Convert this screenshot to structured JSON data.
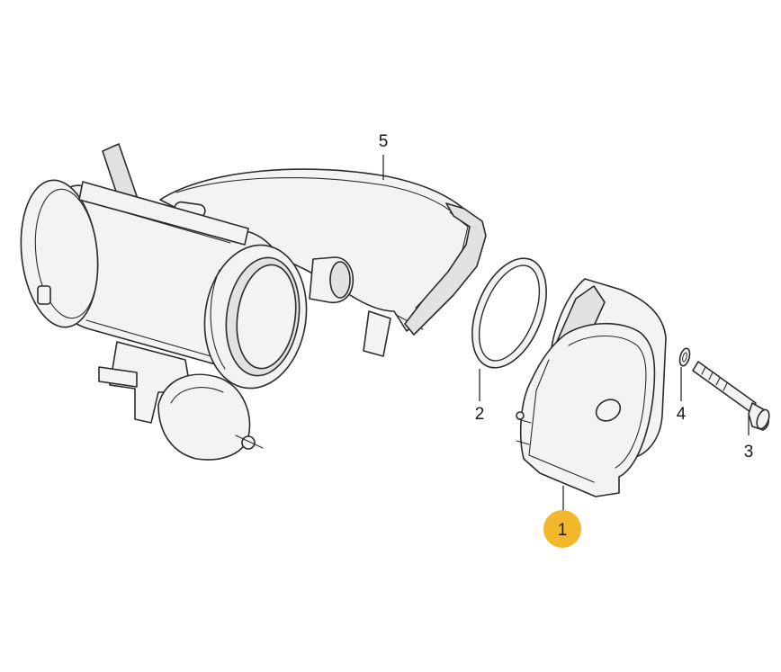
{
  "callouts": [
    {
      "id": "1",
      "label": "1",
      "highlighted": true
    },
    {
      "id": "2",
      "label": "2",
      "highlighted": false
    },
    {
      "id": "3",
      "label": "3",
      "highlighted": false
    },
    {
      "id": "4",
      "label": "4",
      "highlighted": false
    },
    {
      "id": "5",
      "label": "5",
      "highlighted": false
    }
  ],
  "colors": {
    "highlight": "#f0b82a",
    "line": "#2b2b2b",
    "background": "#ffffff"
  }
}
